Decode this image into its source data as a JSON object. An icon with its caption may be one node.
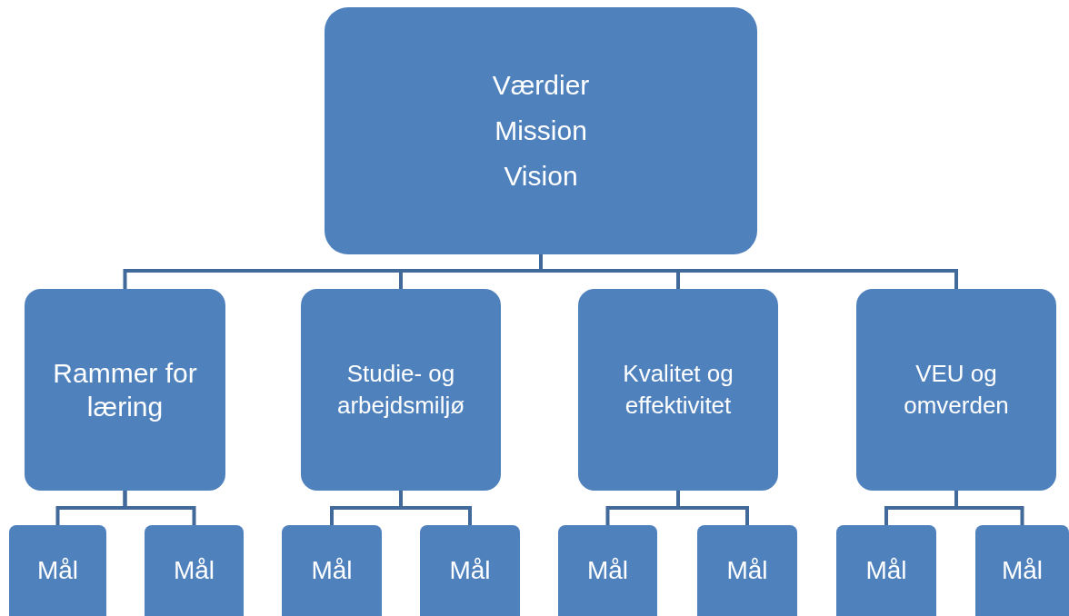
{
  "diagram": {
    "nodes": [
      {
        "text": [
          "Værdier",
          "Mission",
          "Vision"
        ]
      },
      {
        "text": [
          "Rammer for læring"
        ]
      },
      {
        "text": [
          "Studie- og arbejdsmiljø"
        ]
      },
      {
        "text": [
          "Kvalitet og effektivitet"
        ]
      },
      {
        "text": [
          "VEU og omverden"
        ]
      },
      {
        "text": [
          "Mål"
        ]
      },
      {
        "text": [
          "Mål"
        ]
      },
      {
        "text": [
          "Mål"
        ]
      },
      {
        "text": [
          "Mål"
        ]
      },
      {
        "text": [
          "Mål"
        ]
      },
      {
        "text": [
          "Mål"
        ]
      },
      {
        "text": [
          "Mål"
        ]
      },
      {
        "text": [
          "Mål"
        ]
      }
    ],
    "edges": [
      {
        "from": 0,
        "to": 1,
        "arrow": "none"
      },
      {
        "from": 0,
        "to": 2,
        "arrow": "none"
      },
      {
        "from": 0,
        "to": 3,
        "arrow": "none"
      },
      {
        "from": 0,
        "to": 4,
        "arrow": "none"
      },
      {
        "from": 1,
        "to": 5,
        "arrow": "none"
      },
      {
        "from": 1,
        "to": 6,
        "arrow": "none"
      },
      {
        "from": 2,
        "to": 7,
        "arrow": "none"
      },
      {
        "from": 2,
        "to": 8,
        "arrow": "none"
      },
      {
        "from": 3,
        "to": 9,
        "arrow": "none"
      },
      {
        "from": 3,
        "to": 10,
        "arrow": "none"
      },
      {
        "from": 4,
        "to": 11,
        "arrow": "none"
      },
      {
        "from": 4,
        "to": 12,
        "arrow": "none"
      }
    ]
  }
}
